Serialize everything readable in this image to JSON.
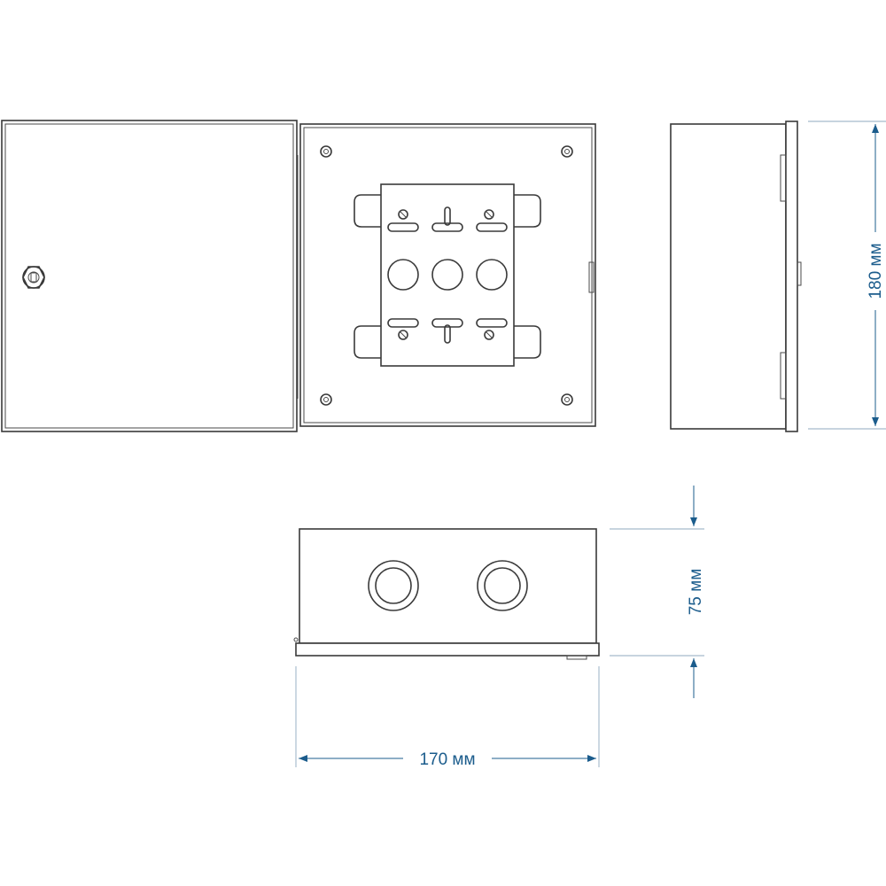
{
  "dimensions": {
    "height_label": "180 мм",
    "depth_label": "75 мм",
    "width_label": "170 мм"
  },
  "colors": {
    "outline": "#3a3a3a",
    "dimension": "#1b5c8c",
    "background": "#ffffff"
  }
}
